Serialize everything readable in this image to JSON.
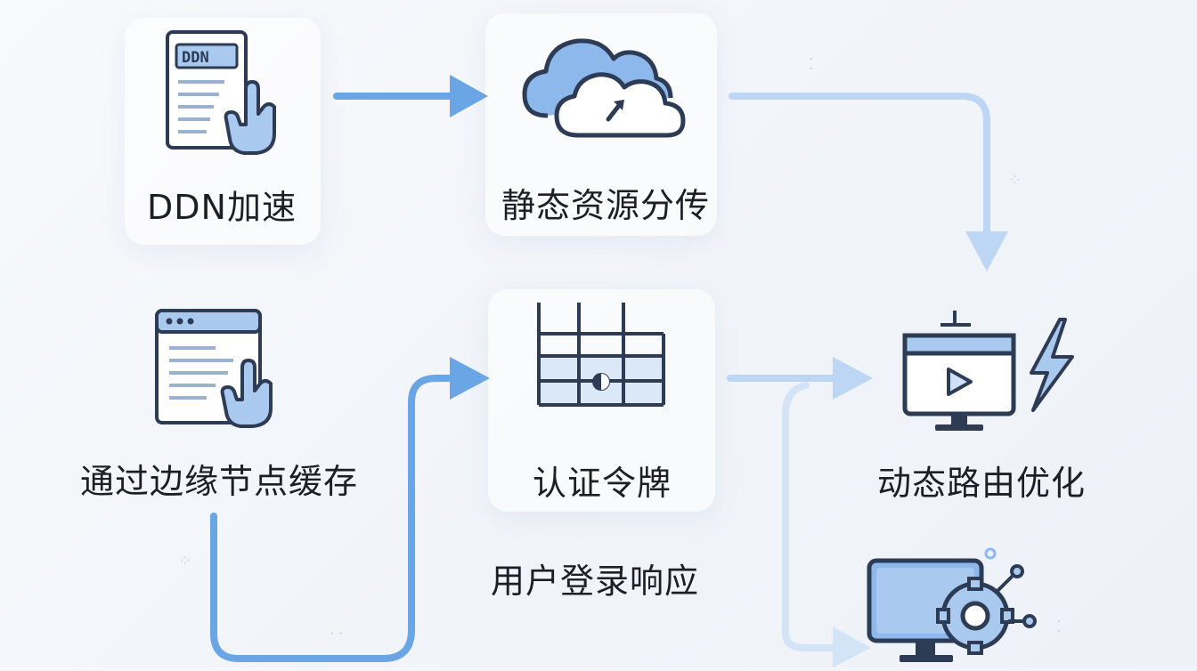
{
  "nodes": {
    "ddn": {
      "label": "DDN加速",
      "icon_text": "DDN"
    },
    "static": {
      "label": "静态资源分传"
    },
    "edge": {
      "label": "通过边缘节点缓存"
    },
    "token": {
      "label": "认证令牌"
    },
    "login": {
      "label": "用户登录响应"
    },
    "dynamic": {
      "label": "动态路由优化"
    }
  },
  "icons": [
    "document-pointer-icon",
    "cloud-upload-icon",
    "browser-pointer-icon",
    "grid-token-icon",
    "monitor-lightning-icon",
    "monitor-gear-icon"
  ],
  "colors": {
    "accent": "#6aa6e6",
    "accent_light": "#b8d3f2",
    "stroke": "#2d3b55",
    "fill": "#a9c9ef"
  }
}
